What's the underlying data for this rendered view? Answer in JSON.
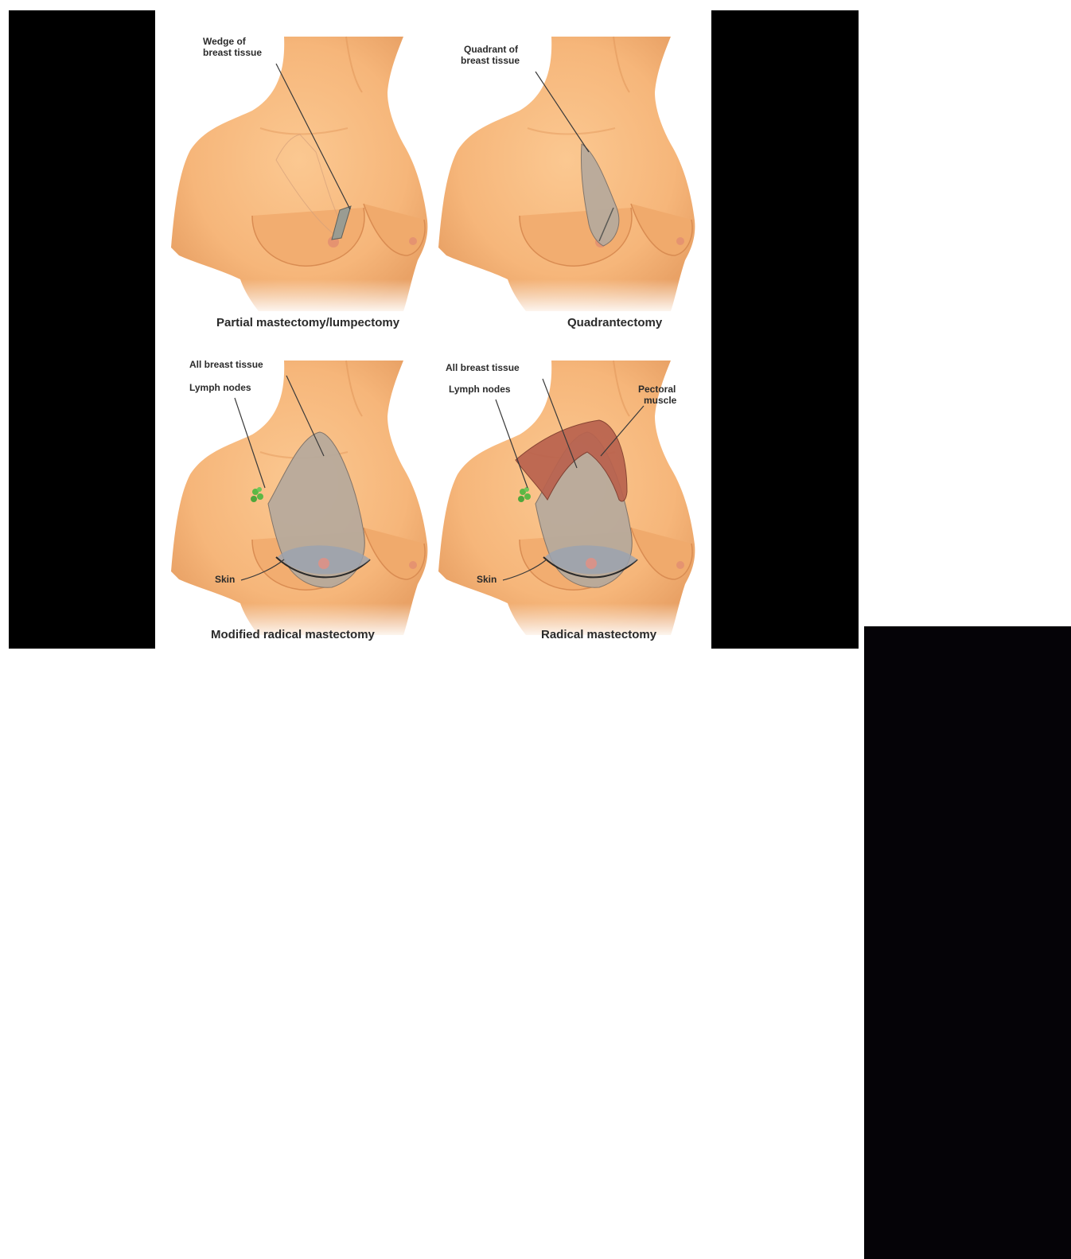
{
  "panels": {
    "partial": {
      "caption": "Partial mastectomy/lumpectomy",
      "label_line1": "Wedge of",
      "label_line2": "breast tissue"
    },
    "quadrant": {
      "caption": "Quadrantectomy",
      "label_line1": "Quadrant of",
      "label_line2": "breast tissue"
    },
    "modified_radical": {
      "caption": "Modified radical mastectomy",
      "label_breast": "All breast tissue",
      "label_lymph": "Lymph nodes",
      "label_skin": "Skin"
    },
    "radical": {
      "caption": "Radical mastectomy",
      "label_breast": "All breast tissue",
      "label_lymph": "Lymph nodes",
      "label_pectoral_line1": "Pectoral",
      "label_pectoral_line2": "muscle",
      "label_skin": "Skin"
    }
  },
  "colors": {
    "skin": "#f6b67a",
    "skin_shadow": "#e39a5e",
    "tissue": "#b8aa9c",
    "muscle": "#b9624e",
    "lymph": "#5cb845",
    "background_bar": "#000000"
  }
}
